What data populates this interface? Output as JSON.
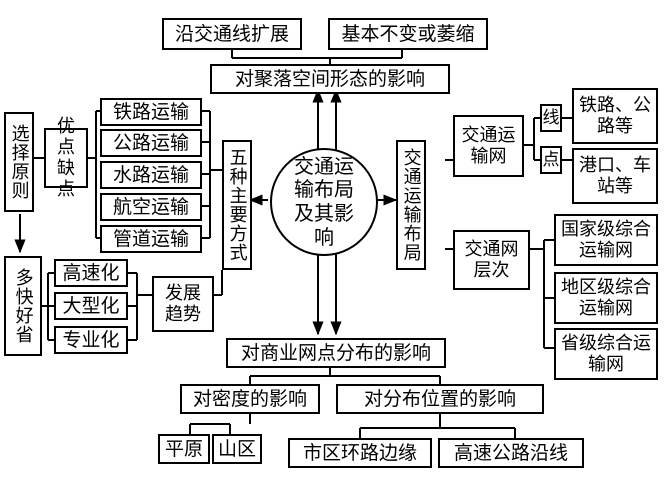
{
  "center": "交通运输布局及其影响",
  "settlement": {
    "title": "对聚落空间形态的影响",
    "items": [
      "沿交通线扩展",
      "基本不变或萎缩"
    ]
  },
  "modes": {
    "title": "五种主要方式",
    "items": [
      "铁路运输",
      "公路运输",
      "水路运输",
      "航空运输",
      "管道运输"
    ],
    "merit": "优点缺点",
    "principle": "选择原则",
    "goal": "多快好省",
    "trend_title": "发展趋势",
    "trends": [
      "高速化",
      "大型化",
      "专业化"
    ]
  },
  "layout": {
    "title": "交通运输布局",
    "network": "交通运输网",
    "line": "线",
    "point": "点",
    "line_examples": "铁路、公路等",
    "point_examples": "港口、车站等",
    "level_title": "交通网层次",
    "levels": [
      "国家级综合运输网",
      "地区级综合运输网",
      "省级综合运输网"
    ]
  },
  "commerce": {
    "title": "对商业网点分布的影响",
    "density": "对密度的影响",
    "location": "对分布位置的影响",
    "density_items": [
      "平原",
      "山区"
    ],
    "location_items": [
      "市区环路边缘",
      "高速公路沿线"
    ]
  }
}
